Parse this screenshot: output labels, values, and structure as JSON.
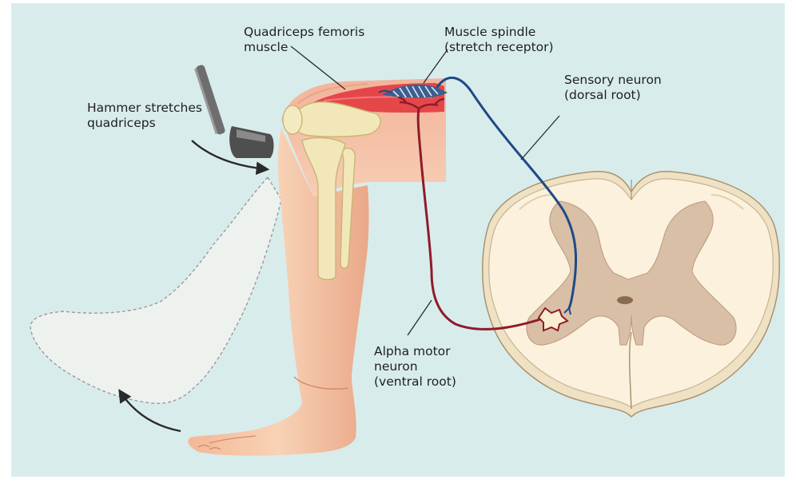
{
  "labels": {
    "quadriceps": [
      "Quadriceps femoris",
      "muscle"
    ],
    "spindle": [
      "Muscle spindle",
      "(stretch receptor)"
    ],
    "hammer": [
      "Hammer stretches",
      "quadriceps"
    ],
    "sensory": [
      "Sensory neuron",
      "(dorsal root)"
    ],
    "motor": [
      "Alpha motor",
      "neuron",
      "(ventral root)"
    ]
  },
  "colors": {
    "background": "#d9ecec",
    "sensory_neuron": "#1d4a86",
    "motor_neuron": "#8e1b2b",
    "muscle": "#e2333a",
    "skin": "#f6c8aa",
    "bone": "#f2e7b8",
    "grey_matter": "#d9bfa6",
    "white_matter": "#fbf1dd"
  },
  "icons": [
    "reflex-hammer-icon",
    "motion-arrow-icon"
  ]
}
